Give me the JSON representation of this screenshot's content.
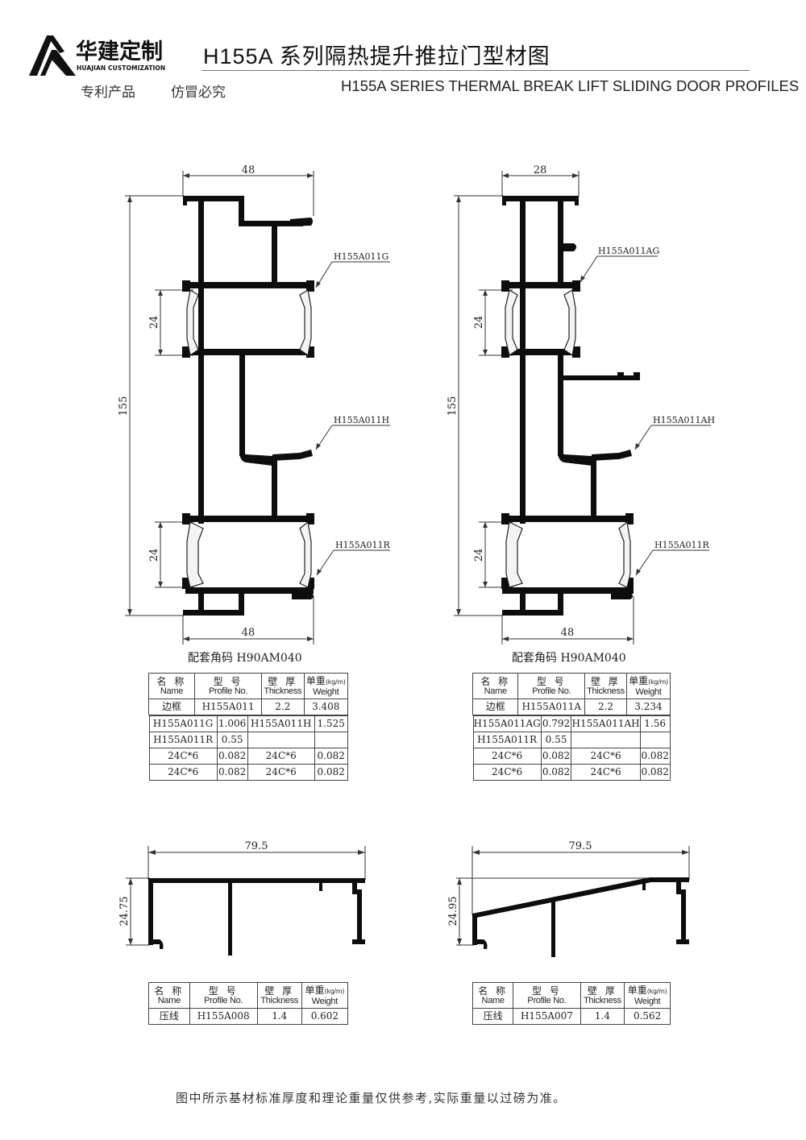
{
  "header": {
    "logo_cn": "华建定制",
    "logo_en": "HUAJIAN CUSTOMIZATION",
    "title_cn": "H155A 系列隔热提升推拉门型材图",
    "title_en": "H155A SERIES THERMAL BREAK LIFT SLIDING DOOR PROFILES",
    "slogan_1": "专利产品",
    "slogan_2": "仿冒必究"
  },
  "drawings": {
    "left_frame": {
      "dim_top": "48",
      "dim_bottom": "48",
      "dim_height": "155",
      "dim_strip_upper": "24",
      "dim_strip_lower": "24",
      "label_g": "H155A011G",
      "label_h": "H155A011H",
      "label_r": "H155A011R",
      "caption": "配套角码 H90AM040"
    },
    "right_frame": {
      "dim_top": "28",
      "dim_bottom": "48",
      "dim_height": "155",
      "dim_strip_upper": "24",
      "dim_strip_lower": "24",
      "label_g": "H155A011AG",
      "label_h": "H155A011AH",
      "label_r": "H155A011R",
      "caption": "配套角码 H90AM040"
    },
    "bead_left": {
      "dim_width": "79.5",
      "dim_height": "24.75"
    },
    "bead_right": {
      "dim_width": "79.5",
      "dim_height": "24.95"
    }
  },
  "table_header": {
    "name_cn": "名 称",
    "name_en": "Name",
    "profile_cn": "型 号",
    "profile_en": "Profile No.",
    "thickness_cn": "壁 厚",
    "thickness_en": "Thickness",
    "weight_cn": "单重",
    "weight_unit": "(kg/m)",
    "weight_en": "Weight"
  },
  "tables": {
    "frame_left": {
      "main": {
        "name": "边框",
        "profile": "H155A011",
        "thickness": "2.2",
        "weight": "3.408"
      },
      "rows": [
        [
          "H155A011G",
          "1.006",
          "H155A011H",
          "1.525"
        ],
        [
          "H155A011R",
          "0.55",
          "",
          ""
        ],
        [
          "24C*6",
          "0.082",
          "24C*6",
          "0.082"
        ],
        [
          "24C*6",
          "0.082",
          "24C*6",
          "0.082"
        ]
      ]
    },
    "frame_right": {
      "main": {
        "name": "边框",
        "profile": "H155A011A",
        "thickness": "2.2",
        "weight": "3.234"
      },
      "rows": [
        [
          "H155A011AG",
          "0.792",
          "H155A011AH",
          "1.56"
        ],
        [
          "H155A011R",
          "0.55",
          "",
          ""
        ],
        [
          "24C*6",
          "0.082",
          "24C*6",
          "0.082"
        ],
        [
          "24C*6",
          "0.082",
          "24C*6",
          "0.082"
        ]
      ]
    },
    "bead_left": {
      "name": "压线",
      "profile": "H155A008",
      "thickness": "1.4",
      "weight": "0.602"
    },
    "bead_right": {
      "name": "压线",
      "profile": "H155A007",
      "thickness": "1.4",
      "weight": "0.562"
    }
  },
  "footer": {
    "note": "图中所示基材标准厚度和理论重量仅供参考,实际重量以过磅为准。"
  },
  "colors": {
    "profile_fill": "#0d0d0d",
    "rule_line": "#777777",
    "text": "#222222"
  }
}
